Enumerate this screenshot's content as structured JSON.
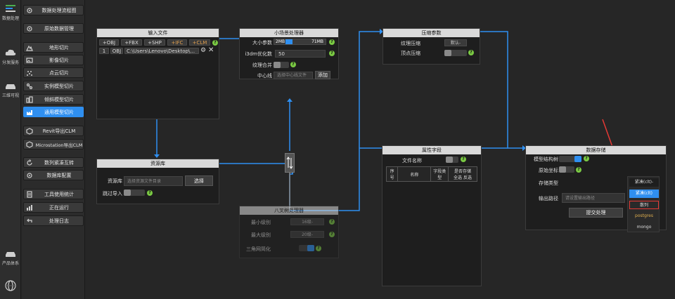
{
  "rail": {
    "items": [
      {
        "label": "数据处理",
        "icon": "data-process-icon"
      },
      {
        "label": "分发服务",
        "icon": "cloud-icon"
      },
      {
        "label": "三维可视",
        "icon": "car-icon"
      },
      {
        "label": "产品体系",
        "icon": "car-icon"
      },
      {
        "label": "",
        "icon": "globe-icon"
      }
    ]
  },
  "menu": {
    "items": [
      {
        "label": "数据处理流程图",
        "icon": "gear-icon"
      },
      {
        "label": "原始数据管理",
        "icon": "gear-icon"
      },
      {
        "label": "地形切片",
        "icon": "mountain-icon"
      },
      {
        "label": "影像切片",
        "icon": "image-icon"
      },
      {
        "label": "点云切片",
        "icon": "pointcloud-icon"
      },
      {
        "label": "实例模型切片",
        "icon": "model-icon"
      },
      {
        "label": "倾斜模型切片",
        "icon": "building-icon"
      },
      {
        "label": "通用模型切片",
        "icon": "factory-icon",
        "active": true
      },
      {
        "label": "Revit导出CLM",
        "icon": "cube-icon"
      },
      {
        "label": "Microstation导出CLM",
        "icon": "cube-icon"
      },
      {
        "label": "数列紧凑互转",
        "icon": "refresh-icon"
      },
      {
        "label": "数据库配置",
        "icon": "gear-icon"
      },
      {
        "label": "工具使用统计",
        "icon": "document-icon"
      },
      {
        "label": "正在运行",
        "icon": "chart-icon"
      },
      {
        "label": "处理日志",
        "icon": "back-icon"
      }
    ]
  },
  "nodes": {
    "input": {
      "title": "输入文件",
      "formats": [
        "+OBJ",
        "+FBX",
        "+SHP",
        "+IFC",
        "+CLM"
      ],
      "file_index": "1",
      "file_type": "OBJ",
      "file_path": "C:\\Users\\Lenovo\\Desktop\\..."
    },
    "small_scene": {
      "title": "小场景处理器",
      "size_label": "大小参数",
      "size_min": "2MB",
      "size_max": "71MB",
      "i3dm_label": "i3dm优化数",
      "i3dm_value": "50",
      "texture_merge_label": "纹理合并",
      "centerline_label": "中心线",
      "centerline_placeholder": "选择中心线文件",
      "add_label": "添加"
    },
    "compress": {
      "title": "压缩参数",
      "texture_label": "纹理压缩",
      "texture_value": "默认",
      "vertex_label": "顶点压缩"
    },
    "resource": {
      "title": "资源库",
      "lib_label": "资源库",
      "lib_placeholder": "选择资源文件目录",
      "choose_label": "选择",
      "skip_label": "跳过导入"
    },
    "octree": {
      "title": "八叉树处理器",
      "min_label": "最小级别",
      "min_value": "16级",
      "max_label": "最大级别",
      "max_value": "20级",
      "tri_label": "三角网简化"
    },
    "attr": {
      "title": "属性字段",
      "file_name_label": "文件名称",
      "columns": [
        "序号",
        "名称",
        "字段类型",
        "是否存储"
      ],
      "select_all": "全选",
      "invert": "反选"
    },
    "storage": {
      "title": "数据存储",
      "tree_label": "模型结构树",
      "origin_label": "原始坐标",
      "type_label": "存储类型",
      "type_value": "紧凑(clt)",
      "output_label": "输出路径",
      "output_placeholder": "请设置输出路径",
      "submit_label": "提交处理"
    }
  },
  "dropdown": {
    "options": [
      {
        "label": "紧凑(clt)",
        "selected": true
      },
      {
        "label": "散列",
        "highlighted": true
      },
      {
        "label": "postgres"
      },
      {
        "label": "mongo"
      }
    ]
  },
  "colors": {
    "accent": "#2f8ff0",
    "wire": "#2f8ff0",
    "help": "#7ac943",
    "annotation": "#e53935"
  }
}
